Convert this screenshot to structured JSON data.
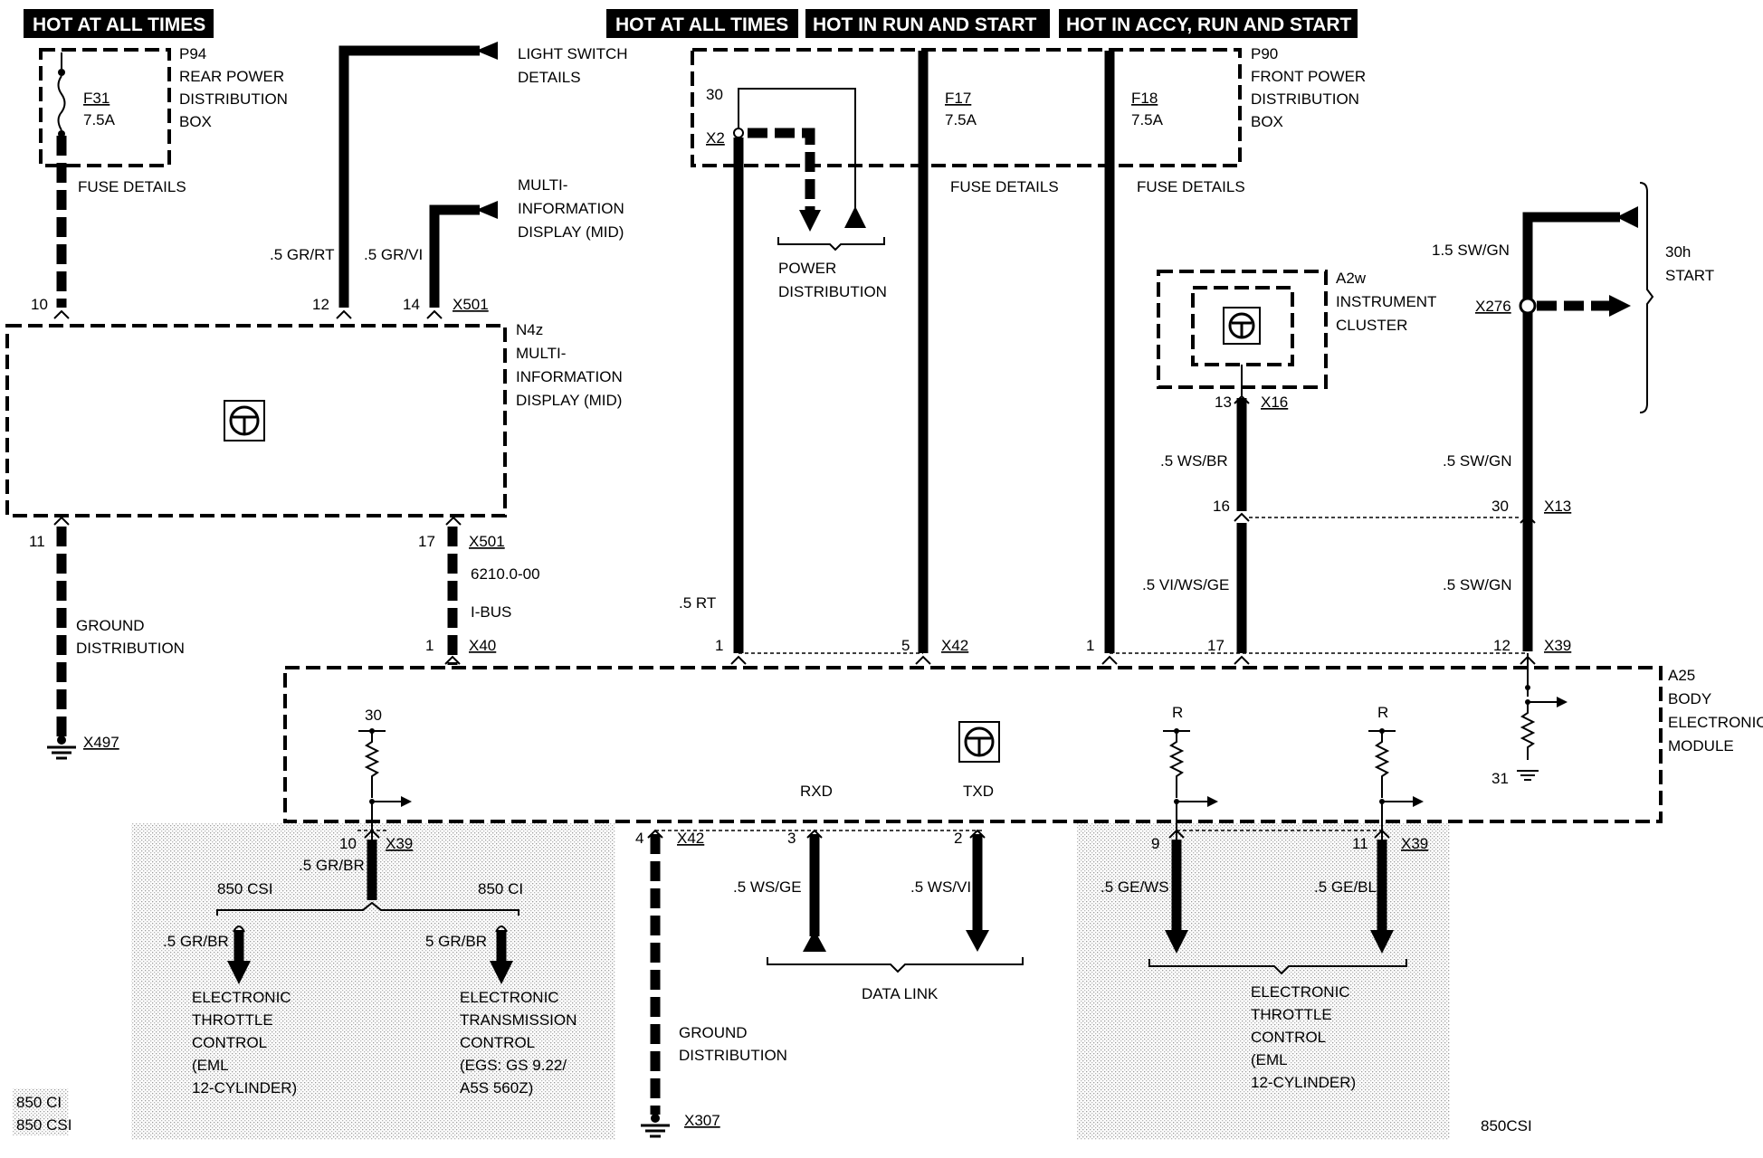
{
  "headers": {
    "hot_all_times_left": "HOT AT ALL TIMES",
    "hot_all_times_mid": "HOT AT ALL TIMES",
    "hot_run_start": "HOT IN RUN AND START",
    "hot_accy_run_start": "HOT IN ACCY, RUN AND START"
  },
  "components": {
    "p94": [
      "P94",
      "REAR POWER",
      "DISTRIBUTION",
      "BOX"
    ],
    "f31": {
      "name": "F31",
      "rating": "7.5A"
    },
    "p90": [
      "P90",
      "FRONT POWER",
      "DISTRIBUTION",
      "BOX"
    ],
    "f17": {
      "name": "F17",
      "rating": "7.5A"
    },
    "f18": {
      "name": "F18",
      "rating": "7.5A"
    },
    "n4z": [
      "N4z",
      "MULTI-",
      "INFORMATION",
      "DISPLAY (MID)"
    ],
    "a2w": [
      "A2w",
      "INSTRUMENT",
      "CLUSTER"
    ],
    "a25": [
      "A25",
      "BODY",
      "ELECTRONICS",
      "MODULE"
    ]
  },
  "references": {
    "fuse_details": "FUSE DETAILS",
    "light_switch": [
      "LIGHT SWITCH",
      "DETAILS"
    ],
    "mid": [
      "MULTI-",
      "INFORMATION",
      "DISPLAY (MID)"
    ],
    "power_distribution": [
      "POWER",
      "DISTRIBUTION"
    ],
    "ground_distribution": [
      "GROUND",
      "DISTRIBUTION"
    ],
    "start_30h": [
      "30h",
      "START"
    ],
    "data_link": "DATA LINK",
    "etc_left": [
      "ELECTRONIC",
      "THROTTLE",
      "CONTROL",
      "(EML",
      "12-CYLINDER)"
    ],
    "egs": [
      "ELECTRONIC",
      "TRANSMISSION",
      "CONTROL",
      "(EGS: GS 9.22/",
      "A5S 560Z)"
    ],
    "etc_right": [
      "ELECTRONIC",
      "THROTTLE",
      "CONTROL",
      "(EML",
      "12-CYLINDER)"
    ]
  },
  "wires": {
    "gr_rt": ".5 GR/RT",
    "gr_vi": ".5 GR/VI",
    "rt": ".5 RT",
    "sw_gn_15": "1.5 SW/GN",
    "sw_gn_a": ".5 SW/GN",
    "sw_gn_b": ".5 SW/GN",
    "ws_br": ".5 WS/BR",
    "vi_ws_ge": ".5 VI/WS/GE",
    "ibus": "I-BUS",
    "ibus_ref": "6210.0-00",
    "gr_br_a": ".5 GR/BR",
    "gr_br_b": ".5 GR/BR",
    "gr_br_c": "5 GR/BR",
    "ws_ge": ".5 WS/GE",
    "ws_vi": ".5 WS/VI",
    "ge_ws": ".5 GE/WS",
    "ge_bl": ".5 GE/BL"
  },
  "connectors": {
    "x501_top": "X501",
    "x501_bot": "X501",
    "x40": "X40",
    "x497": "X497",
    "x2": "X2",
    "x42_top": "X42",
    "x42_bot": "X42",
    "x16": "X16",
    "x13": "X13",
    "x276": "X276",
    "x39_top": "X39",
    "x39_left": "X39",
    "x39_right": "X39",
    "x307": "X307"
  },
  "pins": {
    "p10": "10",
    "p12": "12",
    "p14": "14",
    "p11": "11",
    "p17": "17",
    "p1a": "1",
    "p30": "30",
    "p1b": "1",
    "p5": "5",
    "p1c": "1",
    "p13": "13",
    "p16": "16",
    "p30b": "30",
    "p17b": "17",
    "p12b": "12",
    "p30c": "30",
    "p31": "31",
    "pR1": "R",
    "pR2": "R",
    "p10b": "10",
    "p4": "4",
    "p3": "3",
    "p2": "2",
    "p9": "9",
    "p11b": "11"
  },
  "signals": {
    "rxd": "RXD",
    "txd": "TXD"
  },
  "variants": {
    "csi_850": "850 CSI",
    "ci_850": "850 CI",
    "corner_ci": "850 CI",
    "corner_csi": "850 CSI",
    "corner_right": "850CSI"
  }
}
